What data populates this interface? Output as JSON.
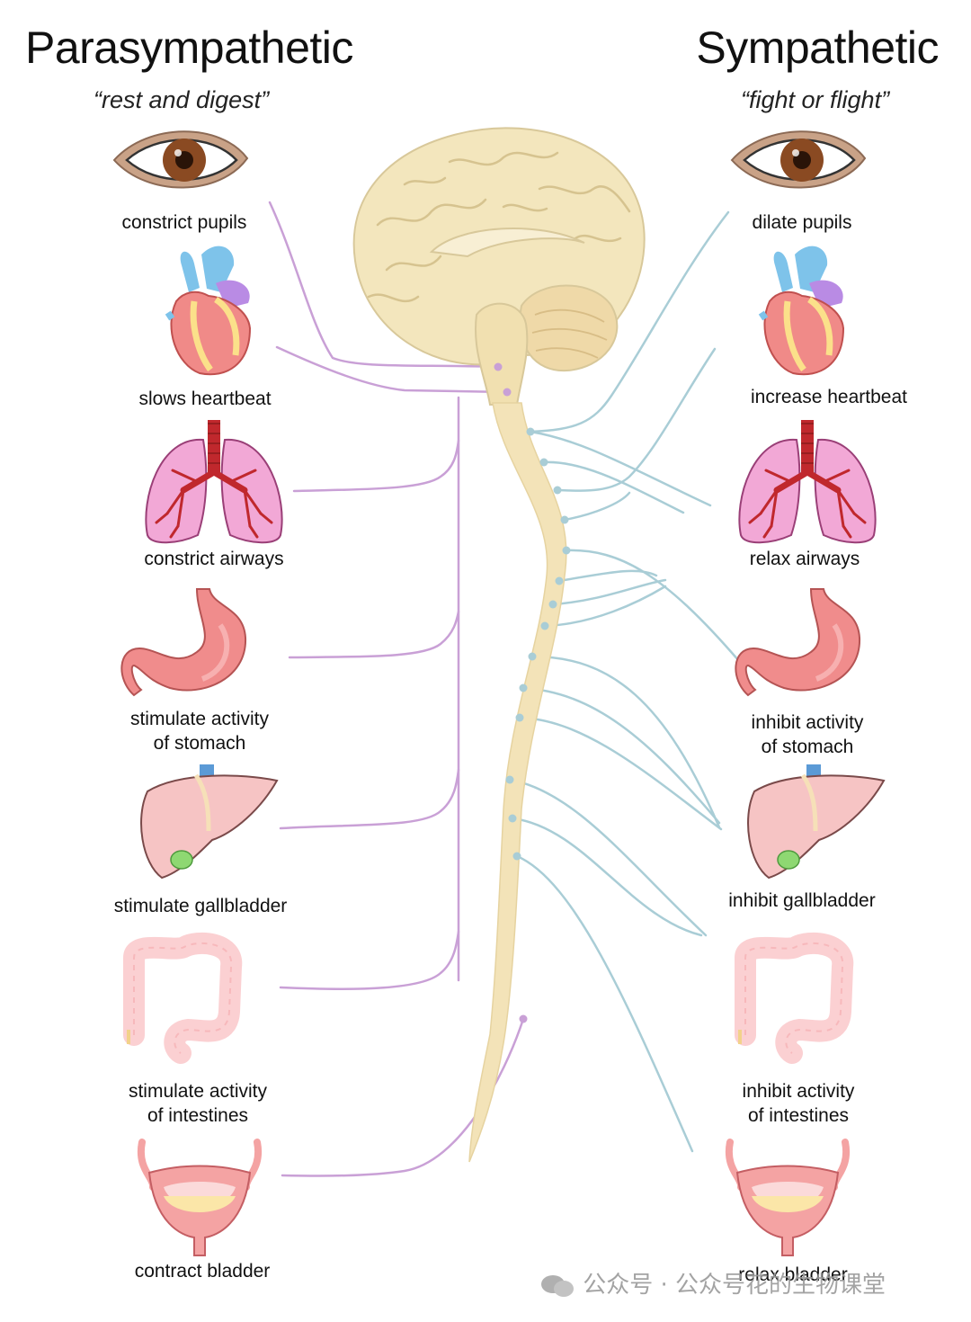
{
  "header": {
    "left_title": "Parasympathetic",
    "left_subtitle": "“rest and digest”",
    "right_title": "Sympathetic",
    "right_subtitle": "“fight or flight”"
  },
  "parasympathetic": [
    {
      "organ": "eye",
      "line1": "constrict pupils",
      "line2": ""
    },
    {
      "organ": "heart",
      "line1": "slows heartbeat",
      "line2": ""
    },
    {
      "organ": "lungs",
      "line1": "constrict airways",
      "line2": ""
    },
    {
      "organ": "stomach",
      "line1": "stimulate activity",
      "line2": "of stomach"
    },
    {
      "organ": "liver",
      "line1": "stimulate gallbladder",
      "line2": ""
    },
    {
      "organ": "intestines",
      "line1": "stimulate activity",
      "line2": "of intestines"
    },
    {
      "organ": "bladder",
      "line1": "contract bladder",
      "line2": ""
    }
  ],
  "sympathetic": [
    {
      "organ": "eye",
      "line1": "dilate pupils",
      "line2": ""
    },
    {
      "organ": "heart",
      "line1": "increase heartbeat",
      "line2": ""
    },
    {
      "organ": "lungs",
      "line1": "relax airways",
      "line2": ""
    },
    {
      "organ": "stomach",
      "line1": "inhibit activity",
      "line2": "of stomach"
    },
    {
      "organ": "liver",
      "line1": "inhibit gallbladder",
      "line2": ""
    },
    {
      "organ": "intestines",
      "line1": "inhibit activity",
      "line2": "of intestines"
    },
    {
      "organ": "bladder",
      "line1": "relax bladder",
      "line2": ""
    }
  ],
  "colors": {
    "parasympathetic_nerve": "#c9a0d6",
    "sympathetic_nerve": "#a9cdd6",
    "brain": "#f3e6bd",
    "brain_outline": "#d8c89a",
    "heart_red": "#f08a88",
    "vessel_blue": "#7ec3ea",
    "vessel_purple": "#b98be4",
    "lung_pink": "#f2a8d6",
    "airway_red": "#c0282d",
    "stomach": "#f08c8c",
    "liver": "#f6c4c4",
    "gallbladder": "#8ed872",
    "intestine": "#fbd0d2",
    "bladder": "#f4a3a3",
    "urine": "#fbe6a8"
  },
  "watermark": {
    "text": "公众号 · 公众号花的生物课堂"
  }
}
